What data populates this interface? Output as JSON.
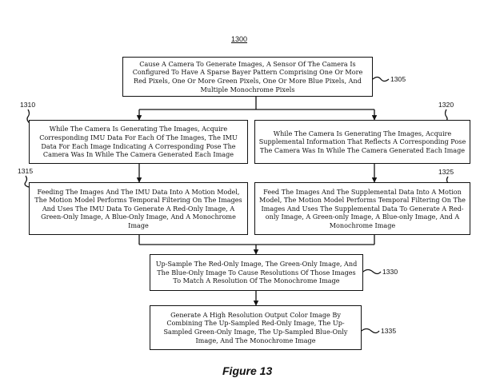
{
  "diagram": {
    "figure_number": "1300",
    "caption": "Figure 13",
    "steps": [
      {
        "ref": "1305",
        "text": "Cause A Camera To Generate Images, A Sensor Of The Camera Is Configured To Have A Sparse Bayer Pattern Comprising One Or More Red Pixels, One Or More Green Pixels, One Or More Blue Pixels, And Multiple Monochrome Pixels"
      },
      {
        "ref": "1310",
        "text": "While The Camera Is Generating The Images, Acquire Corresponding IMU Data For Each Of The Images, The IMU Data For Each Image Indicating A Corresponding Pose The Camera Was In While The Camera Generated Each Image"
      },
      {
        "ref": "1320",
        "text": "While The Camera Is Generating The Images, Acquire Supplemental Information That Reflects A Corresponding Pose The Camera Was In While The Camera Generated Each Image"
      },
      {
        "ref": "1315",
        "text": "Feeding The Images And The IMU Data Into A Motion Model, The Motion Model Performs Temporal Filtering On The Images And Uses The IMU Data To Generate A Red-Only Image, A Green-Only Image, A Blue-Only Image, And A Monochrome Image"
      },
      {
        "ref": "1325",
        "text": "Feed The Images And The Supplemental Data Into A Motion Model, The Motion Model Performs Temporal Filtering On The Images And Uses The Supplemental Data To Generate A Red-only Image, A Green-only Image, A Blue-only Image, And A Monochrome Image"
      },
      {
        "ref": "1330",
        "text": "Up-Sample The Red-Only Image, The Green-Only Image, And The Blue-Only Image To Cause Resolutions Of Those Images To Match A Resolution Of The Monochrome Image"
      },
      {
        "ref": "1335",
        "text": "Generate A High Resolution Output Color Image By Combining The Up-Sampled Red-Only Image, The Up-Sampled Green-Only Image, The Up-Sampled Blue-Only Image, And The Monochrome Image"
      }
    ]
  }
}
